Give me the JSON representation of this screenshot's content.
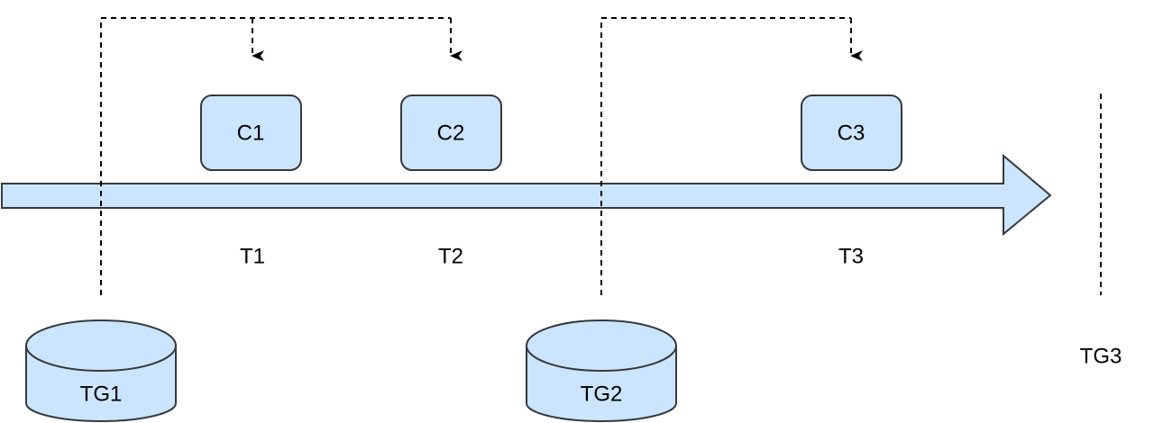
{
  "colors": {
    "fill": "#cce5ff",
    "stroke": "#36393d",
    "text": "#000000",
    "dashed_line": "#000000"
  },
  "nodes": {
    "c1": {
      "label": "C1"
    },
    "c2": {
      "label": "C2"
    },
    "c3": {
      "label": "C3"
    },
    "t1": {
      "label": "T1"
    },
    "t2": {
      "label": "T2"
    },
    "t3": {
      "label": "T3"
    },
    "tg1": {
      "label": "TG1"
    },
    "tg2": {
      "label": "TG2"
    },
    "tg3": {
      "label": "TG3"
    }
  },
  "edges": [
    {
      "from": "tg1",
      "to": "c1",
      "style": "dashed"
    },
    {
      "from": "tg1",
      "to": "c2",
      "style": "dashed"
    },
    {
      "from": "tg2",
      "to": "c3",
      "style": "dashed"
    }
  ]
}
